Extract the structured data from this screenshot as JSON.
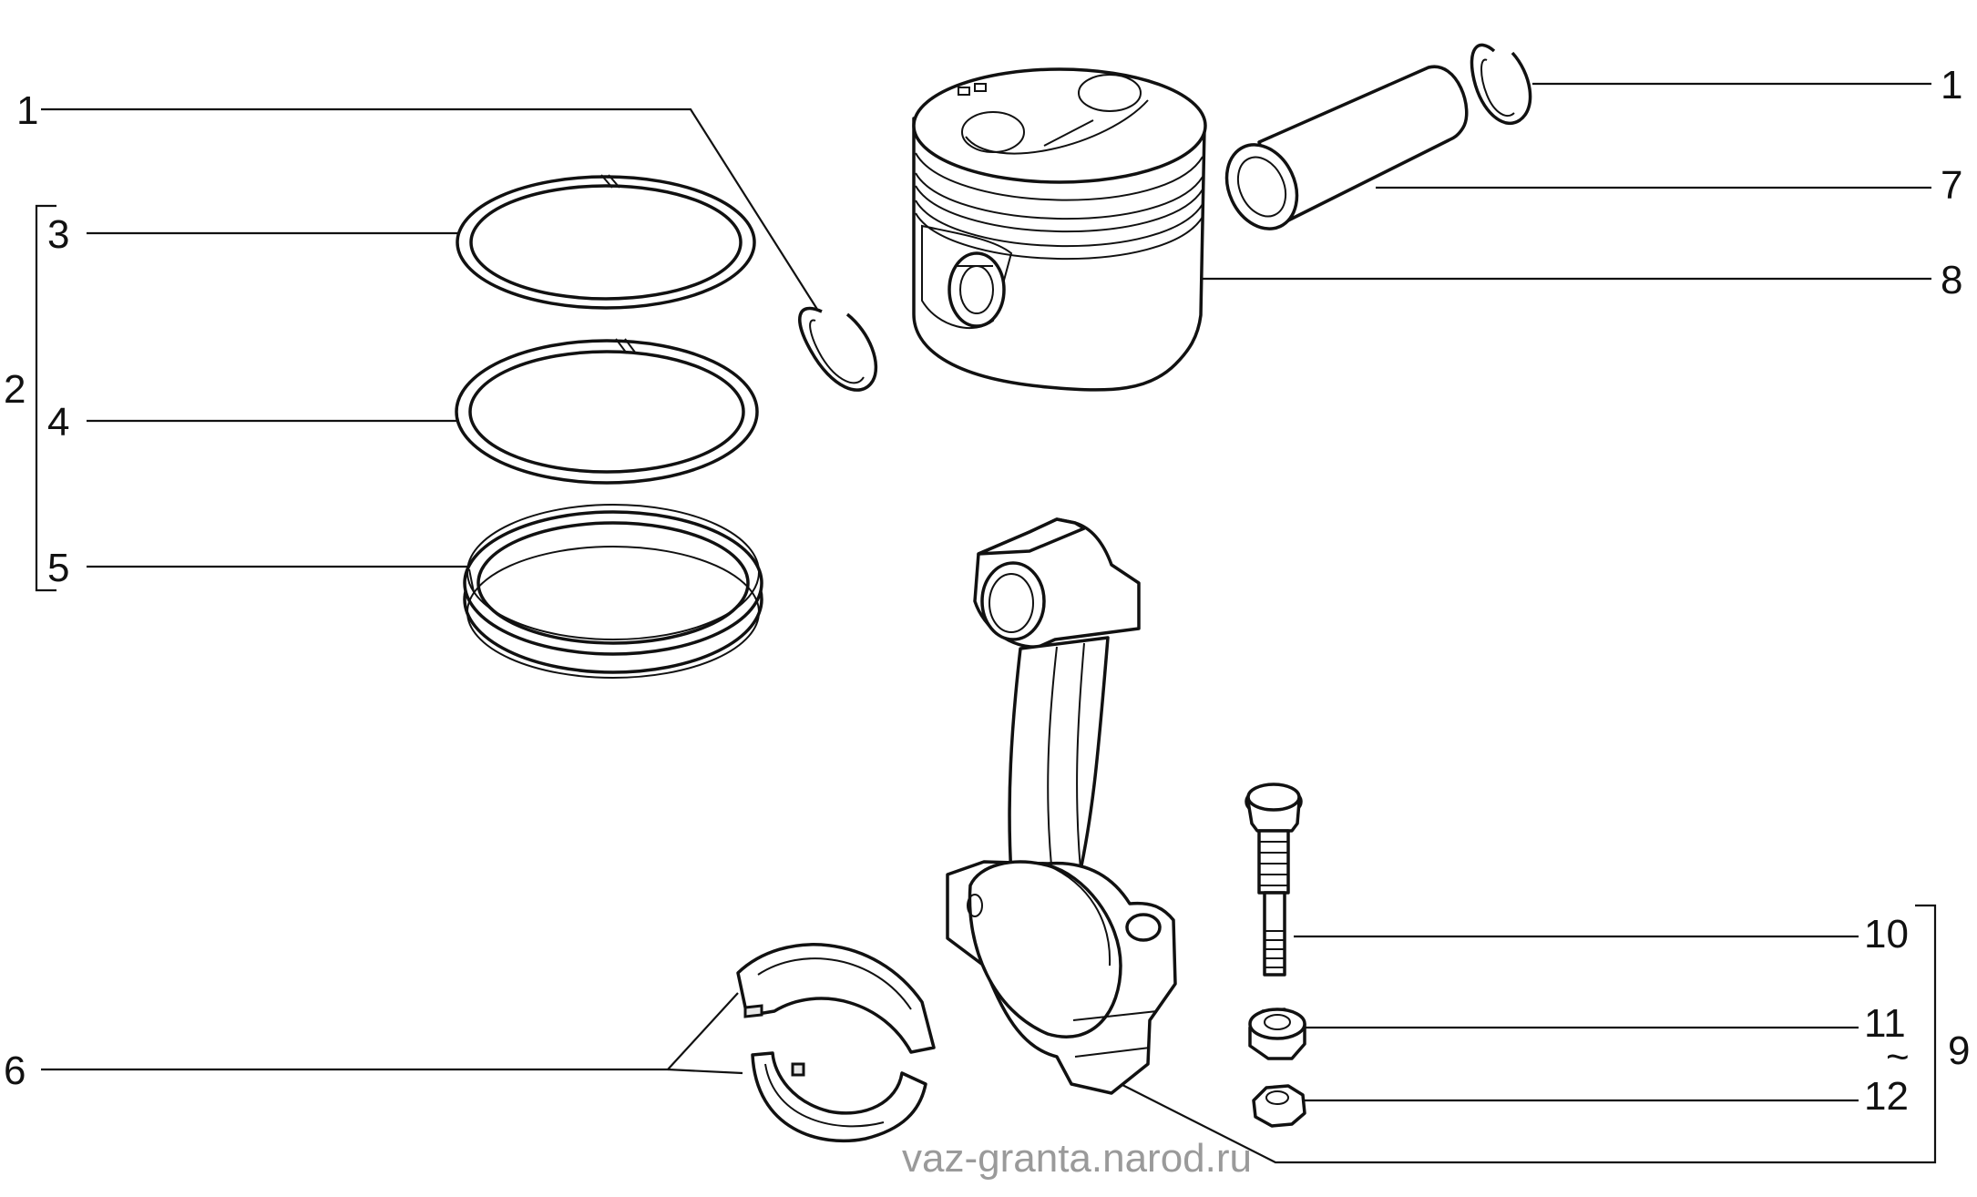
{
  "callouts": {
    "c1_left": "1",
    "c3": "3",
    "c2": "2",
    "c4": "4",
    "c5": "5",
    "c6": "6",
    "c1_right": "1",
    "c7": "7",
    "c8": "8",
    "c10": "10",
    "c11": "11",
    "tilde": "~",
    "c12": "12",
    "c9": "9"
  },
  "watermark": "vaz-granta.narod.ru"
}
